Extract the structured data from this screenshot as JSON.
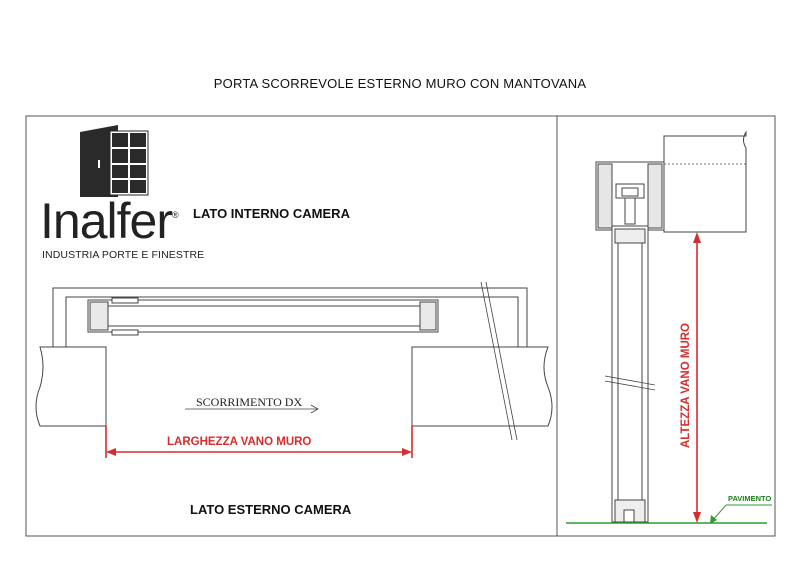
{
  "title": "PORTA SCORREVOLE ESTERNO MURO CON MANTOVANA",
  "logo": {
    "name": "Inalfer",
    "registered": "®",
    "subtitle": "INDUSTRIA PORTE E FINESTRE"
  },
  "labels": {
    "inside_room": "LATO INTERNO CAMERA",
    "outside_room": "LATO ESTERNO CAMERA",
    "sliding": "SCORRIMENTO DX",
    "wall_width": "LARGHEZZA VANO MURO",
    "wall_height": "ALTEZZA VANO MURO",
    "floor": "PAVIMENTO"
  },
  "colors": {
    "line": "#444444",
    "dimension": "#d62d2d",
    "floor": "#2e9b2e"
  }
}
